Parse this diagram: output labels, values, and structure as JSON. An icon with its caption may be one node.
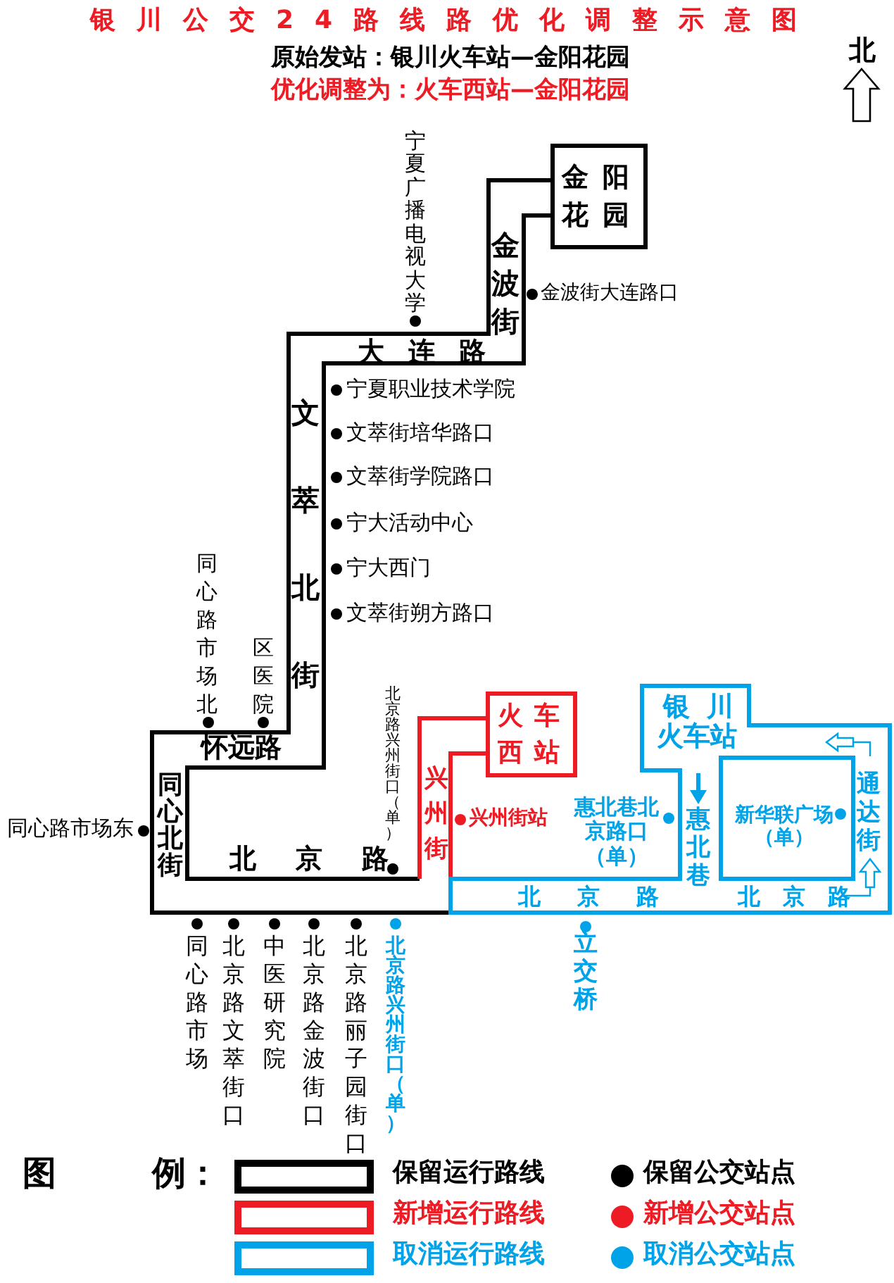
{
  "diagram": {
    "title": "银川公交24路线路优化调整示意图",
    "nodes": [
      {
        "text": [
          "金阳花园"
        ]
      },
      {
        "text": [
          "火车西站"
        ]
      },
      {
        "text": [
          "银川火车站"
        ]
      }
    ],
    "labels": [
      "原始发站：银川火车站—金阳花园",
      "优化调整为：火车西站—金阳花园",
      "北",
      "宁夏广播电视大学",
      "金波街",
      "金波街大连路口",
      "大连路",
      "宁夏职业技术学院",
      "文萃街培华路口",
      "文萃街学院路口",
      "宁大活动中心",
      "宁大西门",
      "文萃街朔方路口",
      "文萃北街",
      "同心路市场北",
      "区医院",
      "北京路兴州街口（单）",
      "兴州街",
      "怀远路",
      "同心北街",
      "同心路市场东",
      "兴州街站",
      "惠北巷北京路口（单）",
      "惠北巷",
      "新华联广场（单）",
      "通达街",
      "北京路",
      "北京路",
      "北京路",
      "同心路市场",
      "北京路文萃街口",
      "中医研究院",
      "北京路金波街口",
      "北京路丽子园街口",
      "北京路兴州街口（单）",
      "立交桥",
      "图",
      "例："
    ],
    "legend": [
      {
        "text": "保留运行路线",
        "color": "#000000"
      },
      {
        "text": "保留公交站点",
        "color": "#000000"
      },
      {
        "text": "新增运行路线",
        "color": "#ed1c24"
      },
      {
        "text": "新增公交站点",
        "color": "#ed1c24"
      },
      {
        "text": "取消运行路线",
        "color": "#00a2e8"
      },
      {
        "text": "取消公交站点",
        "color": "#00a2e8"
      }
    ]
  }
}
